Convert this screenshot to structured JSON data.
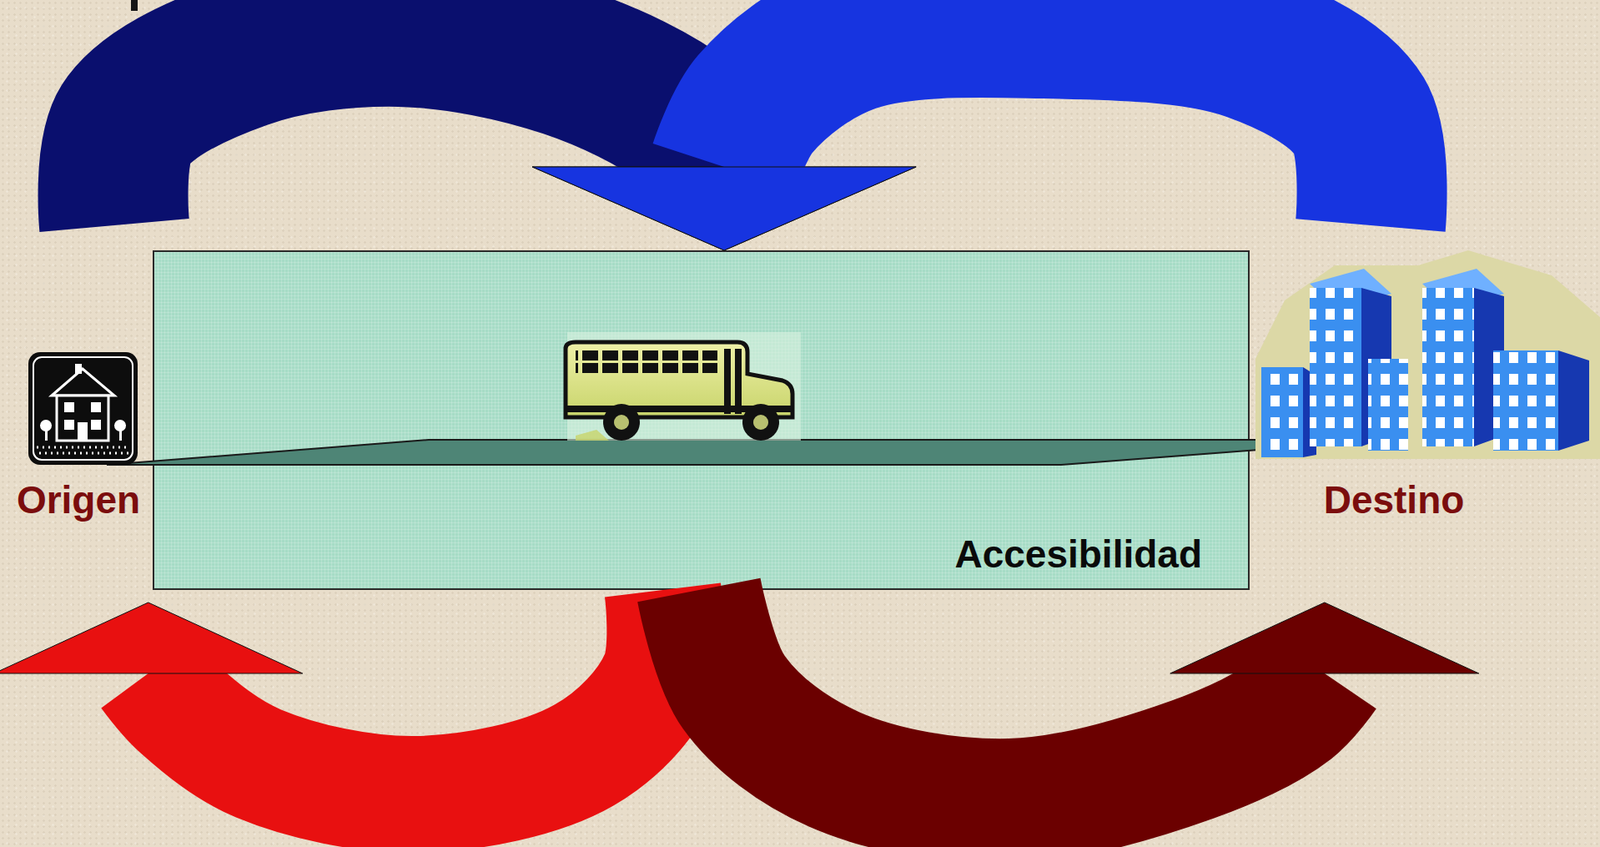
{
  "diagram": {
    "nodes": [
      {
        "text": [
          "Origen"
        ]
      },
      {
        "text": [
          "Accesibilidad"
        ]
      },
      {
        "text": [
          "Destino"
        ]
      }
    ],
    "edges": [
      {
        "from": 0,
        "to": 1,
        "arrow": "to"
      },
      {
        "from": 2,
        "to": 1,
        "arrow": "to"
      },
      {
        "from": 1,
        "to": 0,
        "arrow": "to"
      },
      {
        "from": 1,
        "to": 2,
        "arrow": "to"
      }
    ]
  }
}
